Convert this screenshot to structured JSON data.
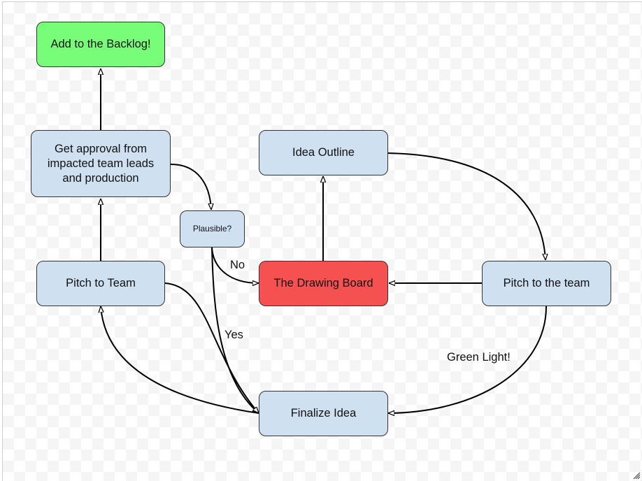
{
  "diagram": {
    "colors": {
      "default_node": "#cfe0f1",
      "backlog_node": "#77fd77",
      "drawing_board_node": "#f65151",
      "edge": "#000000"
    },
    "nodes": {
      "backlog": {
        "label": "Add to the Backlog!"
      },
      "approval": {
        "label": "Get approval from impacted team leads and production"
      },
      "plausible": {
        "label": "Plausible?"
      },
      "idea_outline": {
        "label": "Idea Outline"
      },
      "pitch_team": {
        "label": "Pitch to Team"
      },
      "drawing_board": {
        "label": "The Drawing Board"
      },
      "pitch_the_team": {
        "label": "Pitch to the team"
      },
      "finalize": {
        "label": "Finalize Idea"
      }
    },
    "edge_labels": {
      "no": "No",
      "yes": "Yes",
      "green_light": "Green Light!"
    },
    "edges": [
      {
        "from": "approval",
        "to": "backlog"
      },
      {
        "from": "pitch_team",
        "to": "approval"
      },
      {
        "from": "approval",
        "to": "plausible"
      },
      {
        "from": "plausible",
        "to": "drawing_board",
        "label": "No"
      },
      {
        "from": "plausible",
        "to": "finalize",
        "label": "Yes"
      },
      {
        "from": "drawing_board",
        "to": "idea_outline"
      },
      {
        "from": "idea_outline",
        "to": "pitch_the_team"
      },
      {
        "from": "pitch_the_team",
        "to": "drawing_board"
      },
      {
        "from": "pitch_the_team",
        "to": "finalize",
        "label": "Green Light!"
      },
      {
        "from": "pitch_team",
        "to": "finalize"
      },
      {
        "from": "finalize",
        "to": "pitch_team"
      }
    ]
  }
}
